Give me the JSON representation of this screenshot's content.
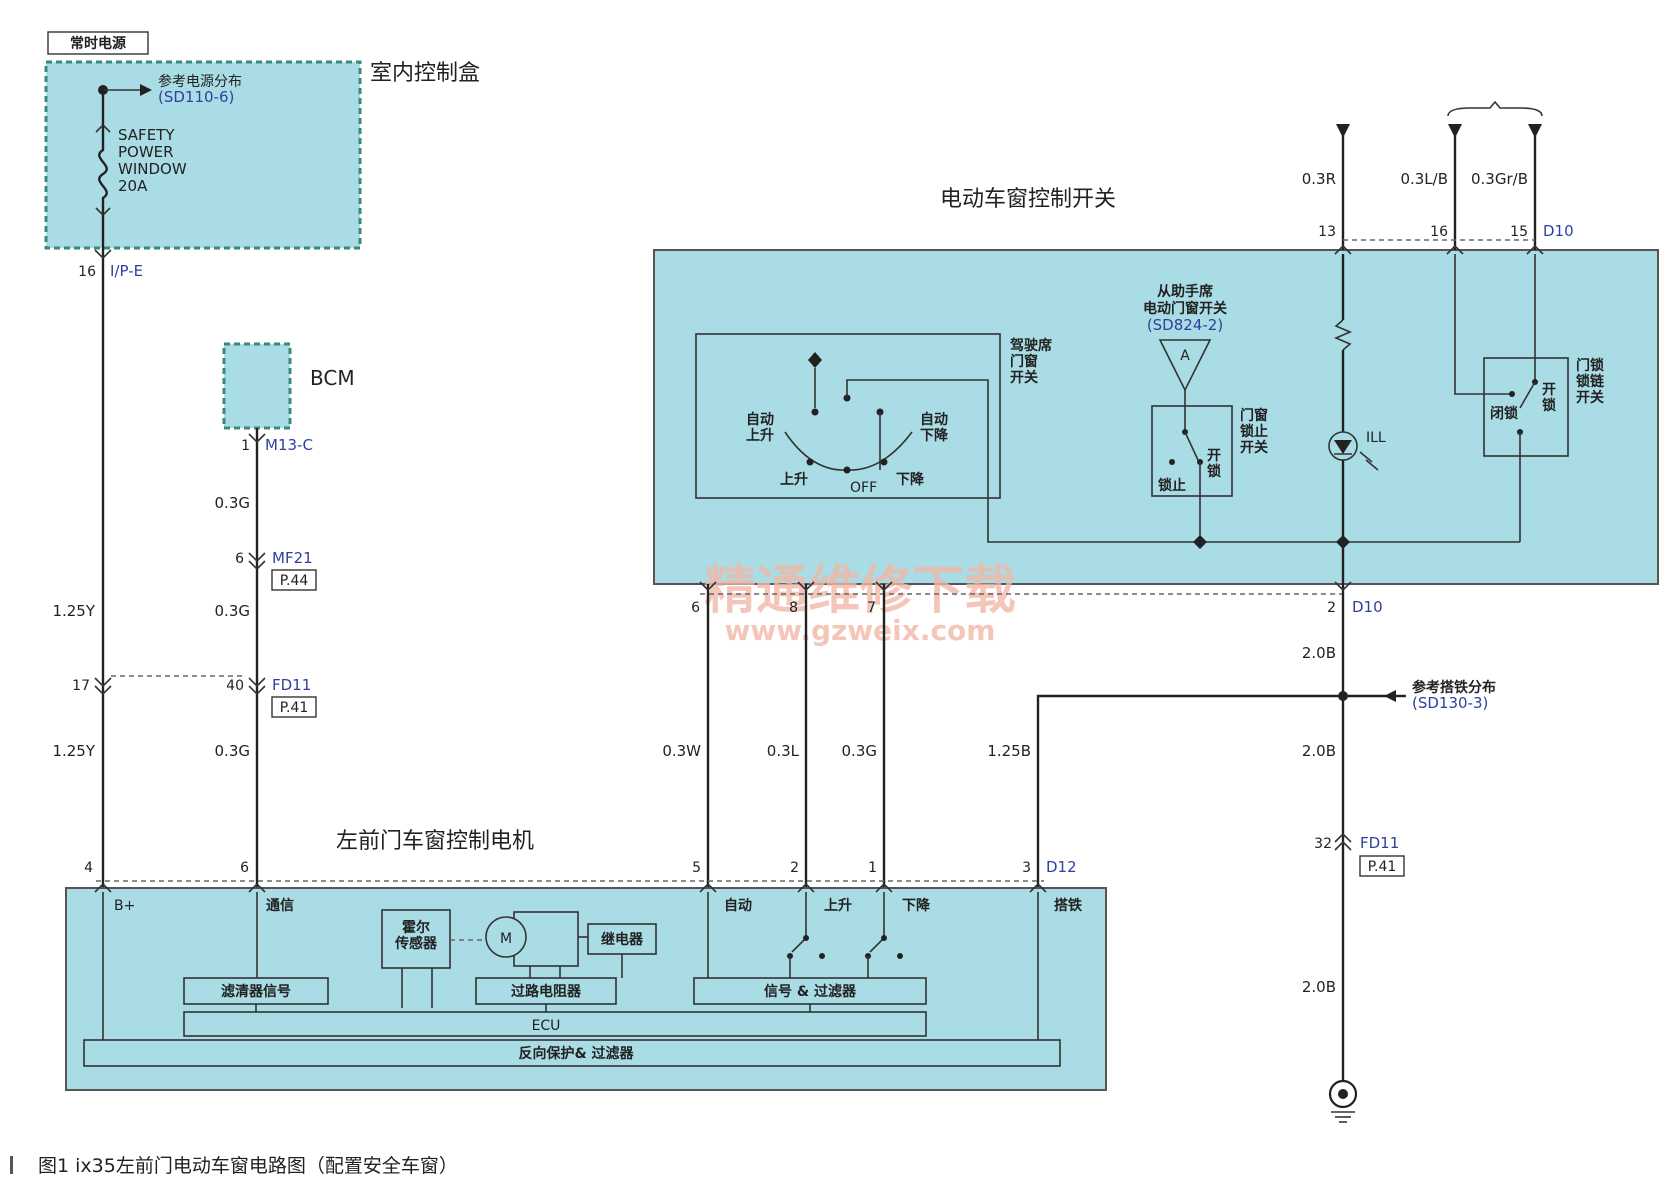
{
  "figure": {
    "caption": "图1   ix35左前门电动车窗电路图（配置安全车窗）",
    "watermark_cn": "精通维修下载",
    "watermark_url": "www.gzweix.com"
  },
  "power": {
    "top_label": "常时电源",
    "box_label": "室内控制盒",
    "ref_text": "参考电源分布",
    "ref_code": "(SD110-6)",
    "fuse_lines": [
      "SAFETY",
      "POWER",
      "WINDOW",
      "20A"
    ]
  },
  "bcm": {
    "label": "BCM"
  },
  "switch_box": {
    "title": "电动车窗控制开关",
    "driver_switch": [
      "驾驶席",
      "门窗",
      "开关"
    ],
    "auto_up": [
      "自动",
      "上升"
    ],
    "auto_down": [
      "自动",
      "下降"
    ],
    "up": "上升",
    "off": "OFF",
    "down": "下降",
    "passenger_ref": [
      "从助手席",
      "电动门窗开关"
    ],
    "passenger_code": "(SD824-2)",
    "connector_a": "A",
    "lock_switch": [
      "门窗",
      "锁止",
      "开关"
    ],
    "lock_open": [
      "开",
      "锁"
    ],
    "lock_locked": "锁止",
    "ill": "ILL",
    "door_lock_switch": [
      "门锁",
      "锁链",
      "开关"
    ],
    "door_lock_open": [
      "开",
      "锁"
    ],
    "door_lock_locked": "闭锁"
  },
  "motor": {
    "title": "左前门车窗控制电机",
    "b_plus": "B+",
    "comm": "通信",
    "hall": [
      "霍尔",
      "传感器"
    ],
    "m": "M",
    "relay": "继电器",
    "filter_signal": "滤清器信号",
    "circuit_breaker": "过路电阻器",
    "signal_filter": "信号 & 过滤器",
    "ecu": "ECU",
    "reverse_filter": "反向保护& 过滤器",
    "auto": "自动",
    "up": "上升",
    "down": "下降",
    "ground": "搭铁"
  },
  "ground_ref": {
    "text": "参考搭铁分布",
    "code": "(SD130-3)"
  },
  "pins": {
    "ip_e": "16",
    "ip_e_code": "I/P-E",
    "m13c": "1",
    "m13c_code": "M13-C",
    "mf21": "6",
    "mf21_code": "MF21",
    "mf21_page": "P.44",
    "fd11_a": "17",
    "fd11_b": "40",
    "fd11_code": "FD11",
    "fd11_page": "P.41",
    "d10_13": "13",
    "d10_16": "16",
    "d10_15": "15",
    "d10_code": "D10",
    "sw_6": "6",
    "sw_8": "8",
    "sw_7": "7",
    "d10_2": "2",
    "d10_bot_code": "D10",
    "m_4": "4",
    "m_6": "6",
    "m_5": "5",
    "m_2": "2",
    "m_1": "1",
    "m_3": "3",
    "d12_code": "D12",
    "fd11_32": "32",
    "fd11_32_code": "FD11",
    "fd11_32_page": "P.41"
  },
  "wires": {
    "w1": "1.25Y",
    "w2": "1.25Y",
    "g1": "0.3G",
    "g2": "0.3G",
    "g3": "0.3G",
    "r": "0.3R",
    "lb": "0.3L/B",
    "grb": "0.3Gr/B",
    "w": "0.3W",
    "l": "0.3L",
    "g4": "0.3G",
    "b125": "1.25B",
    "b1": "2.0B",
    "b2": "2.0B",
    "b3": "2.0B"
  }
}
